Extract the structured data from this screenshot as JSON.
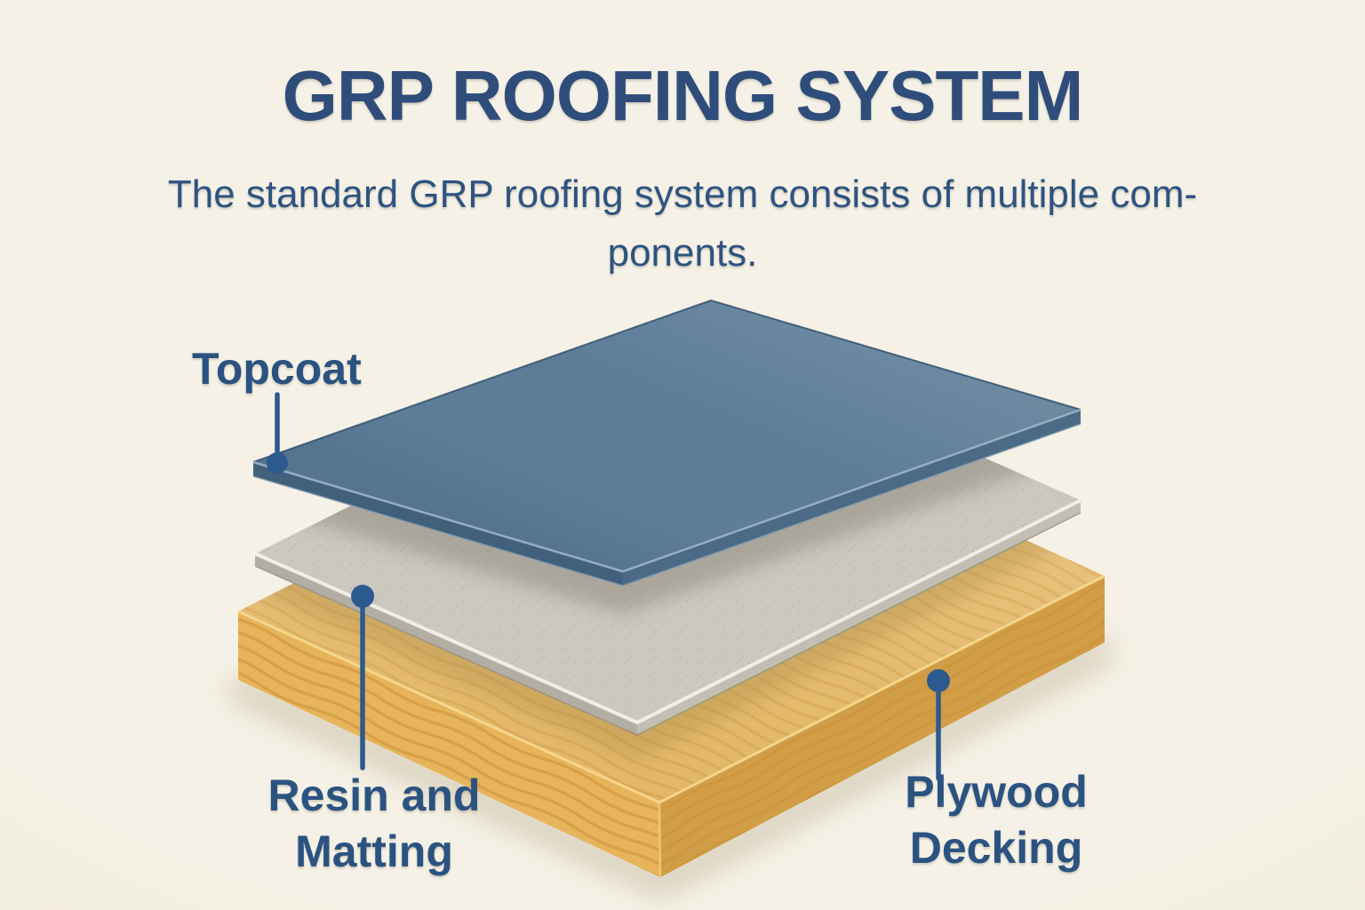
{
  "header": {
    "title": "GRP ROOFING SYSTEM",
    "subtitle": "The standard GRP roofing system consists of multiple com-\nponents."
  },
  "layers": [
    {
      "id": "topcoat",
      "label": "Topcoat"
    },
    {
      "id": "resin-matting",
      "label": "Resin and\nMatting"
    },
    {
      "id": "plywood-decking",
      "label": "Plywood\nDecking"
    }
  ],
  "labels": {
    "topcoat": "Topcoat",
    "resin": "Resin and\nMatting",
    "plywood": "Plywood\nDecking"
  },
  "colors": {
    "background": "#f5f1e6",
    "background_edge": "#eae3d1",
    "title_text": "#2e4d7b",
    "subtitle_text": "#2d5381",
    "label_text": "#2b5381",
    "leader": "#2b5a8f",
    "topcoat_top": "#5b7b97",
    "topcoat_edge_left": "#41607c",
    "topcoat_edge_right": "#4a6a86",
    "topcoat_highlight": "#9fb4c6",
    "resin_top": "#ccc8bf",
    "resin_edge_left": "#b3aea4",
    "resin_edge_right": "#c2beb4",
    "resin_highlight": "#f2f0e9",
    "plywood_top": "#edc170",
    "plywood_front": "#e7b45c",
    "plywood_side": "#d19d46",
    "plywood_grain": "#c68f35",
    "plywood_highlight": "#f7d98f",
    "shadow": "#c3b89d"
  }
}
